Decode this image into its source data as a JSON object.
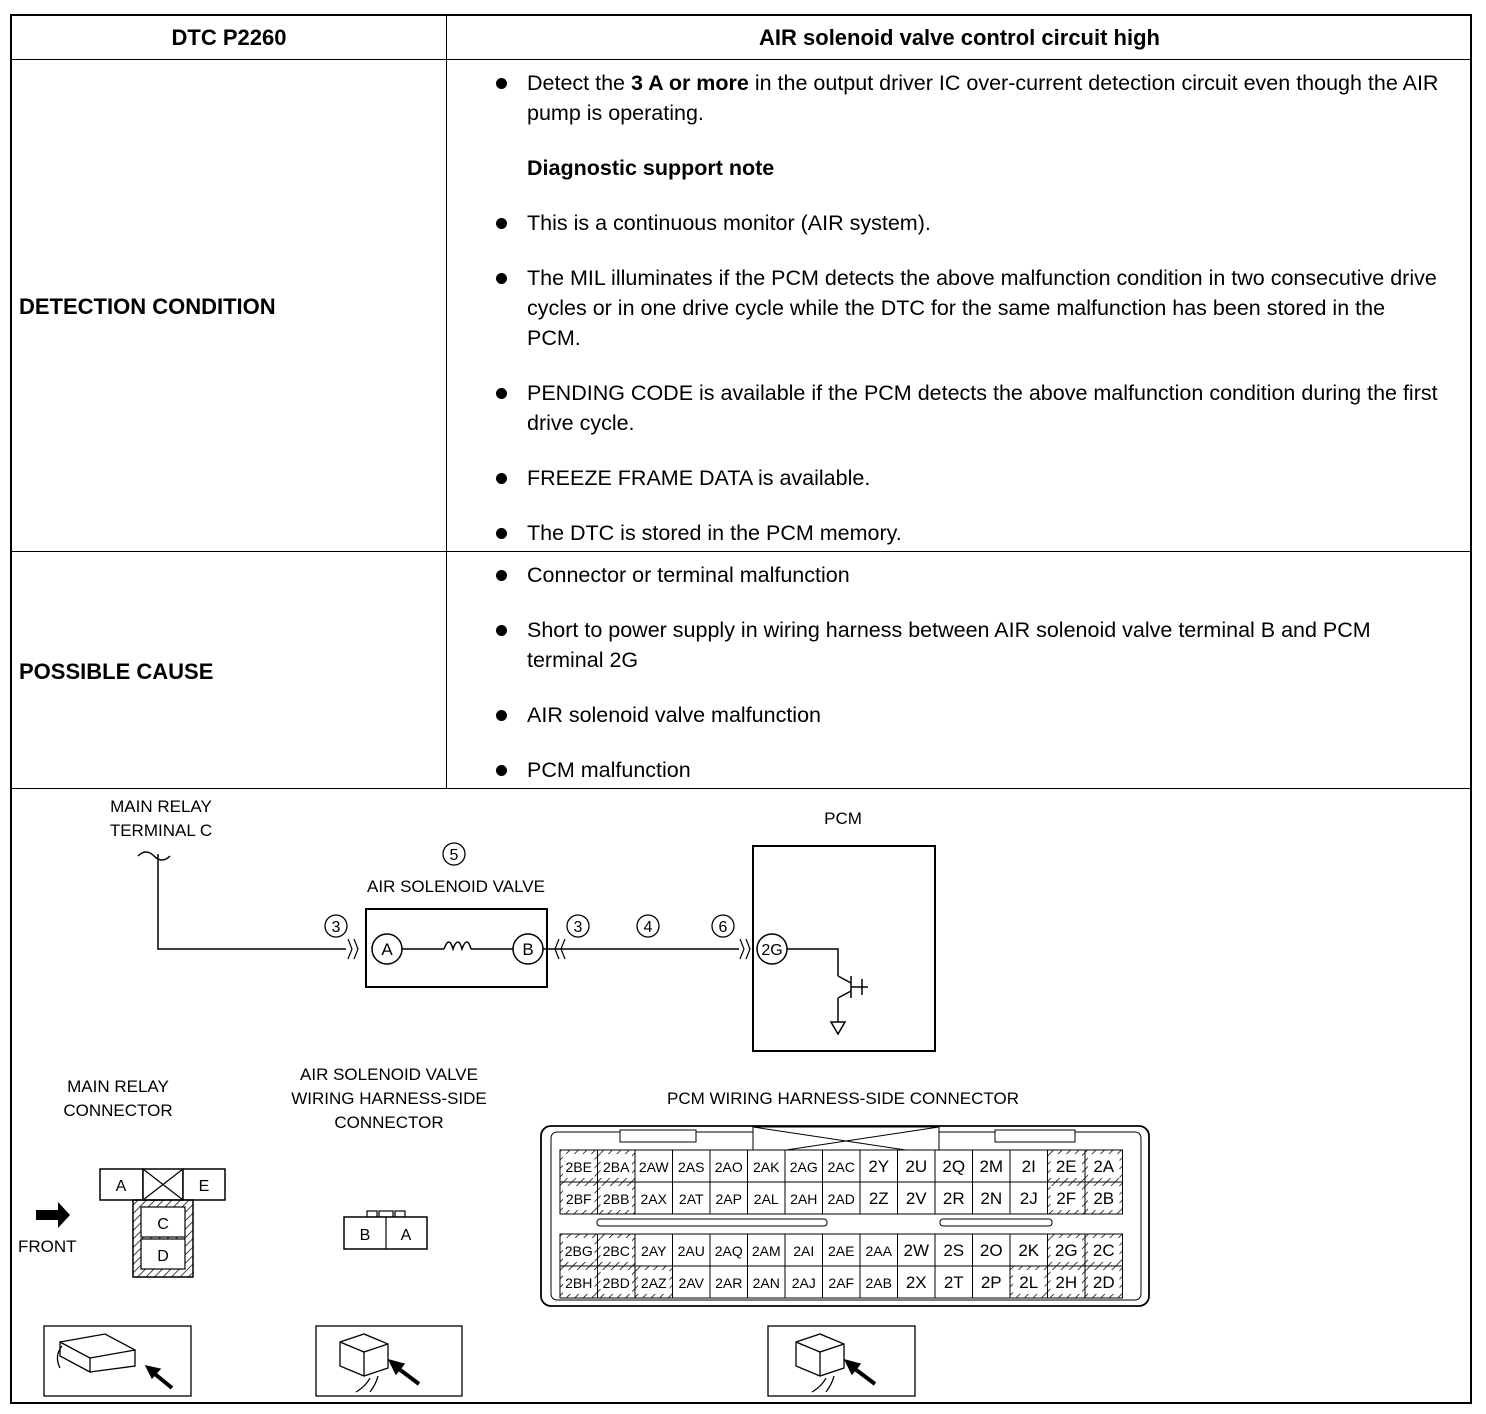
{
  "table": {
    "dtc_code": "DTC P2260",
    "dtc_title": "AIR solenoid valve control circuit high",
    "detection": {
      "label": "DETECTION CONDITION",
      "item1_pre": "Detect the ",
      "item1_bold": "3 A or more",
      "item1_post": " in the output driver IC over-current detection circuit even though the AIR pump is operating.",
      "note_heading": "Diagnostic support note",
      "items": [
        "This is a continuous monitor (AIR system).",
        "The MIL illuminates if the PCM detects the above malfunction condition in two consecutive drive cycles or in one drive cycle while the DTC for the same malfunction has been stored in the PCM.",
        "PENDING CODE is available if the PCM detects the above malfunction condition during the first drive cycle.",
        "FREEZE FRAME DATA is available.",
        "The DTC is stored in the PCM memory."
      ]
    },
    "possible_cause": {
      "label": "POSSIBLE CAUSE",
      "items": [
        "Connector or terminal malfunction",
        "Short to power supply in wiring harness between AIR solenoid valve terminal B and PCM terminal 2G",
        "AIR solenoid valve malfunction",
        "PCM malfunction"
      ]
    }
  },
  "diagram": {
    "main_relay_terminal": [
      "MAIN RELAY",
      "TERMINAL C"
    ],
    "pcm_label": "PCM",
    "solenoid_label": "AIR SOLENOID VALVE",
    "circled_5": "5",
    "circled_3a": "3",
    "circled_3b": "3",
    "circled_4": "4",
    "circled_6": "6",
    "term_a": "A",
    "term_b": "B",
    "term_2g": "2G",
    "main_relay_connector": [
      "MAIN RELAY",
      "CONNECTOR"
    ],
    "air_connector": [
      "AIR SOLENOID VALVE",
      "WIRING HARNESS-SIDE",
      "CONNECTOR"
    ],
    "pcm_connector": "PCM WIRING HARNESS-SIDE CONNECTOR",
    "front_label": "FRONT",
    "relay_pins": {
      "a": "A",
      "e": "E",
      "c": "C",
      "d": "D"
    },
    "air_pins": {
      "b": "B",
      "a": "A"
    },
    "pcm_rows_top": [
      [
        "2BE",
        "2BA",
        "2AW",
        "2AS",
        "2AO",
        "2AK",
        "2AG",
        "2AC",
        "2Y",
        "2U",
        "2Q",
        "2M",
        "2I",
        "2E",
        "2A"
      ],
      [
        "2BF",
        "2BB",
        "2AX",
        "2AT",
        "2AP",
        "2AL",
        "2AH",
        "2AD",
        "2Z",
        "2V",
        "2R",
        "2N",
        "2J",
        "2F",
        "2B"
      ]
    ],
    "pcm_rows_bottom": [
      [
        "2BG",
        "2BC",
        "2AY",
        "2AU",
        "2AQ",
        "2AM",
        "2AI",
        "2AE",
        "2AA",
        "2W",
        "2S",
        "2O",
        "2K",
        "2G",
        "2C"
      ],
      [
        "2BH",
        "2BD",
        "2AZ",
        "2AV",
        "2AR",
        "2AN",
        "2AJ",
        "2AF",
        "2AB",
        "2X",
        "2T",
        "2P",
        "2L",
        "2H",
        "2D"
      ]
    ]
  }
}
